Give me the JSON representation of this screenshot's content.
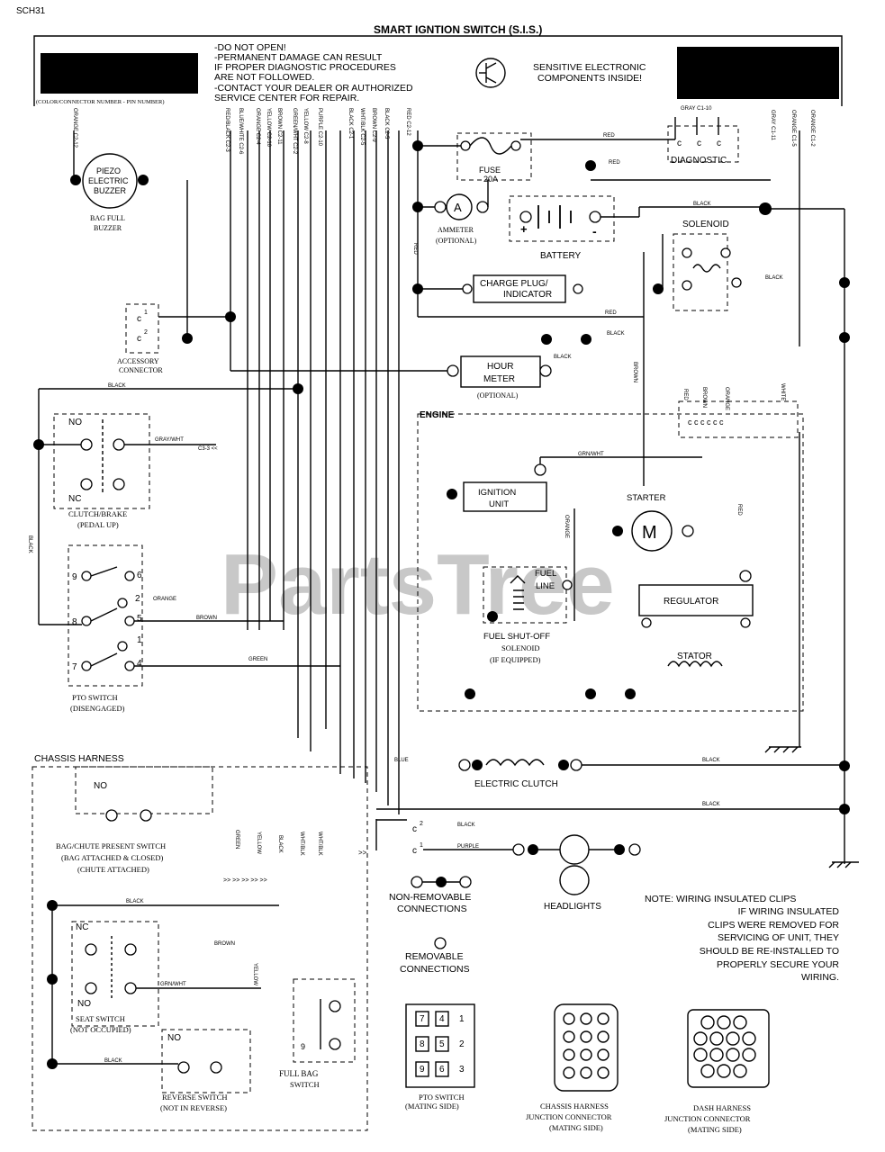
{
  "page_code": "SCH31",
  "title": "SMART IGNTION SWITCH (S.I.S.)",
  "warning_lines": [
    "-DO NOT OPEN!",
    "-PERMANENT DAMAGE CAN RESULT",
    " IF PROPER DIAGNOSTIC PROCEDURES",
    " ARE NOT FOLLOWED.",
    "-CONTACT YOUR DEALER OR AUTHORIZED",
    " SERVICE CENTER FOR REPAIR."
  ],
  "sensitive_lines": [
    "SENSITIVE ELECTRONIC",
    "COMPONENTS INSIDE!"
  ],
  "color_connector_note": "(COLOR/CONNECTOR NUMBER - PIN NUMBER)",
  "pin_labels": [
    "ORANGE C2-12",
    "RED/BLACK C2-3",
    "BLUE/WHITE C2-6",
    "ORANGE C2-4",
    "YELLOW C2-10",
    "BROWN C2-11",
    "GREEN/WHT C2-2",
    "YELLOW C2-8",
    "PURPLE C2-10",
    "BLACK C2-1",
    "WHT/BLK C2-5",
    "BROWN C2-9",
    "BLACK C2-5",
    "RED C2-12",
    "GRAY C1-10",
    "GRAY C1-11",
    "ORANGE C1-5",
    "ORANGE C1-2"
  ],
  "components": {
    "buzzer": [
      "PIEZO",
      "ELECTRIC",
      "BUZZER"
    ],
    "buzzer_caption": [
      "BAG FULL",
      "BUZZER"
    ],
    "accessory": [
      "ACCESSORY",
      "CONNECTOR"
    ],
    "fuse": [
      "FUSE",
      "20A"
    ],
    "ammeter": [
      "AMMETER",
      "(OPTIONAL)"
    ],
    "ammeter_symbol": "A",
    "battery": "BATTERY",
    "battery_plus": "+",
    "battery_minus": "-",
    "diagnostic": "DIAGNOSTIC",
    "solenoid": "SOLENOID",
    "charge_plug": [
      "CHARGE PLUG/",
      "INDICATOR"
    ],
    "hour_meter": [
      "HOUR",
      "METER"
    ],
    "hour_meter_optional": "(OPTIONAL)",
    "engine": "ENGINE",
    "ignition": [
      "IGNITION",
      "UNIT"
    ],
    "starter": "STARTER",
    "starter_symbol": "M",
    "fuel_line": [
      "FUEL",
      "LINE"
    ],
    "fuel_shutoff": [
      "FUEL SHUT-OFF",
      "SOLENOID",
      "(IF EQUIPPED)"
    ],
    "regulator": "REGULATOR",
    "stator": "STATOR",
    "clutch_brake": [
      "CLUTCH/BRAKE",
      "(PEDAL UP)"
    ],
    "pto_switch": [
      "PTO SWITCH",
      "(DISENGAGED)"
    ],
    "electric_clutch": "ELECTRIC CLUTCH",
    "chassis_harness": "CHASSIS HARNESS",
    "bag_chute": [
      "BAG/CHUTE PRESENT SWITCH",
      "(BAG ATTACHED & CLOSED)",
      "(CHUTE ATTACHED)"
    ],
    "seat_switch": [
      "SEAT SWITCH",
      "(NOT OCCUPIED)"
    ],
    "reverse_switch": [
      "REVERSE SWITCH",
      "(NOT IN REVERSE)"
    ],
    "full_bag": [
      "FULL BAG",
      "SWITCH"
    ],
    "headlights": "HEADLIGHTS"
  },
  "contact_labels": {
    "no": "NO",
    "nc": "NC"
  },
  "pto_pins": [
    "9",
    "6",
    "2",
    "5",
    "8",
    "1",
    "7",
    "4",
    "3"
  ],
  "legend": {
    "non_removable": [
      "NON-REMOVABLE",
      "CONNECTIONS"
    ],
    "removable": [
      "REMOVABLE",
      "CONNECTIONS"
    ]
  },
  "note_lines": [
    "NOTE: WIRING INSULATED CLIPS",
    "IF WIRING INSULATED",
    "CLIPS WERE REMOVED FOR",
    "SERVICING OF UNIT, THEY",
    "SHOULD BE RE-INSTALLED TO",
    "PROPERLY SECURE YOUR",
    "WIRING."
  ],
  "connectors": {
    "pto_mating": [
      "PTO SWITCH",
      "(MATING SIDE)"
    ],
    "chassis_junction": [
      "CHASSIS HARNESS",
      "JUNCTION CONNECTOR",
      "(MATING SIDE)"
    ],
    "dash_junction": [
      "DASH HARNESS",
      "JUNCTION CONNECTOR",
      "(MATING SIDE)"
    ],
    "pto_grid": [
      "7",
      "4",
      "1",
      "8",
      "5",
      "2",
      "9",
      "6",
      "3"
    ]
  },
  "wire_labels": {
    "black": "BLACK",
    "red": "RED",
    "blue": "BLUE",
    "purple": "PURPLE",
    "green": "GREEN",
    "brown": "BROWN",
    "orange": "ORANGE",
    "white": "WHITE",
    "gray_wht": "GRAY/WHT",
    "grn_wht": "GRN/WHT",
    "yellow": "YELLOW",
    "red_blk": "RED/BLK",
    "wht_blk": "WHT/BLK"
  },
  "watermark": "PartsTree"
}
